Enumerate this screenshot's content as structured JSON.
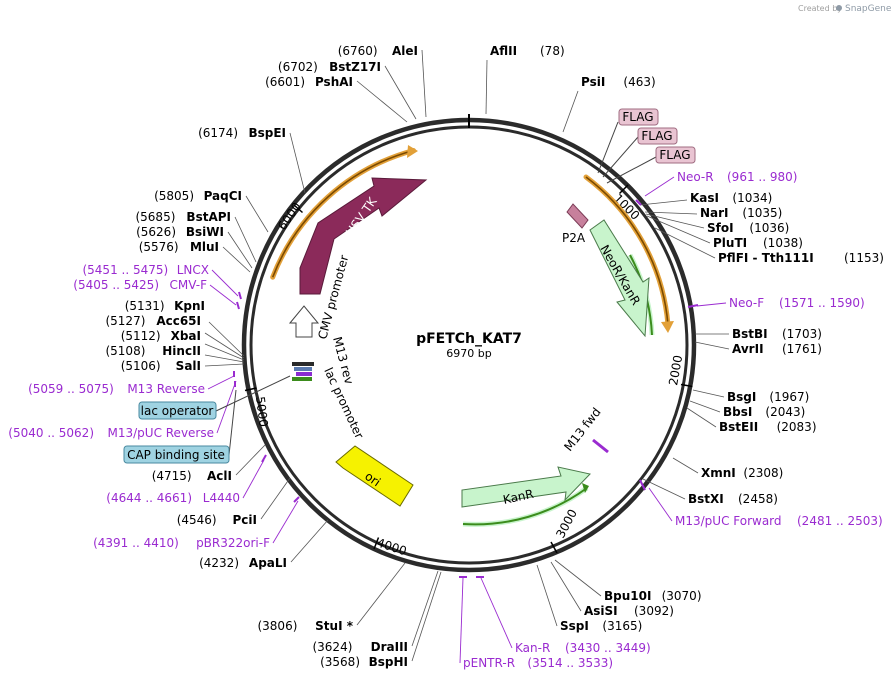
{
  "brand": {
    "created_by": "Created by",
    "name": "SnapGene"
  },
  "plasmid": {
    "name": "pFETCh_KAT7",
    "length_label": "6970 bp"
  },
  "ticks": [
    "1000",
    "2000",
    "3000",
    "4000",
    "5000",
    "6000"
  ],
  "sites": [
    {
      "pos": "(78)",
      "name": "AflII"
    },
    {
      "pos": "(463)",
      "name": "PsiI"
    },
    {
      "pos": "(1034)",
      "name": "KasI"
    },
    {
      "pos": "(1035)",
      "name": "NarI"
    },
    {
      "pos": "(1036)",
      "name": "SfoI"
    },
    {
      "pos": "(1038)",
      "name": "PluTI"
    },
    {
      "pos": "(1153)",
      "name": "PflFI - Tth111I"
    },
    {
      "pos": "(1703)",
      "name": "BstBI"
    },
    {
      "pos": "(1761)",
      "name": "AvrII"
    },
    {
      "pos": "(1967)",
      "name": "BsgI"
    },
    {
      "pos": "(2043)",
      "name": "BbsI"
    },
    {
      "pos": "(2083)",
      "name": "BstEII"
    },
    {
      "pos": "(2308)",
      "name": "XmnI"
    },
    {
      "pos": "(2458)",
      "name": "BstXI"
    },
    {
      "pos": "(3070)",
      "name": "Bpu10I"
    },
    {
      "pos": "(3092)",
      "name": "AsiSI"
    },
    {
      "pos": "(3165)",
      "name": "SspI"
    },
    {
      "pos": "(3568)",
      "name": "BspHI"
    },
    {
      "pos": "(3624)",
      "name": "DraIII"
    },
    {
      "pos": "(3806)",
      "name": "StuI *"
    },
    {
      "pos": "(4232)",
      "name": "ApaLI"
    },
    {
      "pos": "(4546)",
      "name": "PciI"
    },
    {
      "pos": "(4715)",
      "name": "AclI"
    },
    {
      "pos": "(5106)",
      "name": "SalI"
    },
    {
      "pos": "(5108)",
      "name": "HincII"
    },
    {
      "pos": "(5112)",
      "name": "XbaI"
    },
    {
      "pos": "(5127)",
      "name": "Acc65I"
    },
    {
      "pos": "(5131)",
      "name": "KpnI"
    },
    {
      "pos": "(5576)",
      "name": "MluI"
    },
    {
      "pos": "(5626)",
      "name": "BsiWI"
    },
    {
      "pos": "(5685)",
      "name": "BstAPI"
    },
    {
      "pos": "(5805)",
      "name": "PaqCI"
    },
    {
      "pos": "(6174)",
      "name": "BspEI"
    },
    {
      "pos": "(6601)",
      "name": "PshAI"
    },
    {
      "pos": "(6702)",
      "name": "BstZ17I"
    },
    {
      "pos": "(6760)",
      "name": "AleI"
    }
  ],
  "primers": [
    {
      "name": "Neo-R",
      "range": "(961 .. 980)"
    },
    {
      "name": "Neo-F",
      "range": "(1571 .. 1590)"
    },
    {
      "name": "M13/pUC Forward",
      "range": "(2481 .. 2503)"
    },
    {
      "name": "Kan-R",
      "range": "(3430 .. 3449)"
    },
    {
      "name": "pENTR-R",
      "range": "(3514 .. 3533)"
    },
    {
      "name": "pBR322ori-F",
      "range": "(4391 .. 4410)"
    },
    {
      "name": "L4440",
      "range": "(4644 .. 4661)"
    },
    {
      "name": "M13/pUC Reverse",
      "range": "(5040 .. 5062)"
    },
    {
      "name": "M13 Reverse",
      "range": "(5059 .. 5075)"
    },
    {
      "name": "CMV-F",
      "range": "(5405 .. 5425)"
    },
    {
      "name": "LNCX",
      "range": "(5451 .. 5475)"
    }
  ],
  "boxed_labels": {
    "flag1": "FLAG",
    "flag2": "FLAG",
    "flag3": "FLAG",
    "lac_operator": "lac operator",
    "cap_binding_site": "CAP binding site"
  },
  "features": {
    "hsv_tk": "HSV TK",
    "cmv_promoter": "CMV promoter",
    "neor_kanr": "NeoR/KanR",
    "p2a": "P2A",
    "m13_fwd": "M13 fwd",
    "kanr": "KanR",
    "ori": "ori",
    "m13_rev": "M13 rev",
    "lac_promoter": "lac promoter"
  },
  "colors": {
    "primer": "#9a2bd0",
    "hsv_tk": "#8b2a5a",
    "neor": "#c8f4cc",
    "ori": "#f6f200",
    "flag_box": "#e9c4d2",
    "lac_box": "#9fd3e2",
    "orange_arc": "#e2a038",
    "green_arc": "#3b8c1c"
  }
}
